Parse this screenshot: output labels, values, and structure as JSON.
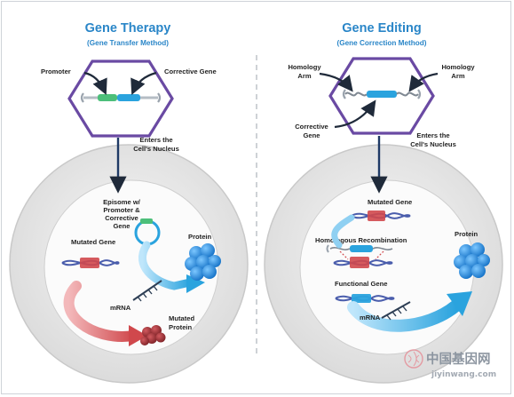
{
  "left": {
    "title": "Gene Therapy",
    "subtitle": "(Gene Transfer Method)",
    "promoter": "Promoter",
    "corrective_gene": "Corrective Gene",
    "enters_1": "Enters the",
    "enters_2": "Cell's Nucleus",
    "episome": [
      "Episome w/",
      "Promoter &",
      "Corrective",
      "Gene"
    ],
    "protein": "Protein",
    "mutated_gene": "Mutated Gene",
    "mrna": "mRNA",
    "mutated_protein_1": "Mutated",
    "mutated_protein_2": "Protein"
  },
  "right": {
    "title": "Gene Editing",
    "subtitle": "(Gene Correction Method)",
    "homology_left_1": "Homology",
    "homology_left_2": "Arm",
    "homology_right_1": "Homology",
    "homology_right_2": "Arm",
    "corrective_1": "Corrective",
    "corrective_2": "Gene",
    "enters_1": "Enters the",
    "enters_2": "Cell's Nucleus",
    "mutated_gene": "Mutated Gene",
    "homologous_recombination": "Homologous Recombination",
    "functional_gene": "Functional Gene",
    "mrna": "mRNA",
    "protein": "Protein"
  },
  "watermark": {
    "cn": "中国基因网",
    "url": "jiyinwang.com"
  },
  "colors": {
    "title_blue": "#2a86c8",
    "hexagon_purple": "#6a4aa3",
    "corrective_blue": "#2aa3de",
    "mutated_red": "#d0484c",
    "protein_blue": "#2f8fd9",
    "mutated_protein": "#a3353a"
  }
}
